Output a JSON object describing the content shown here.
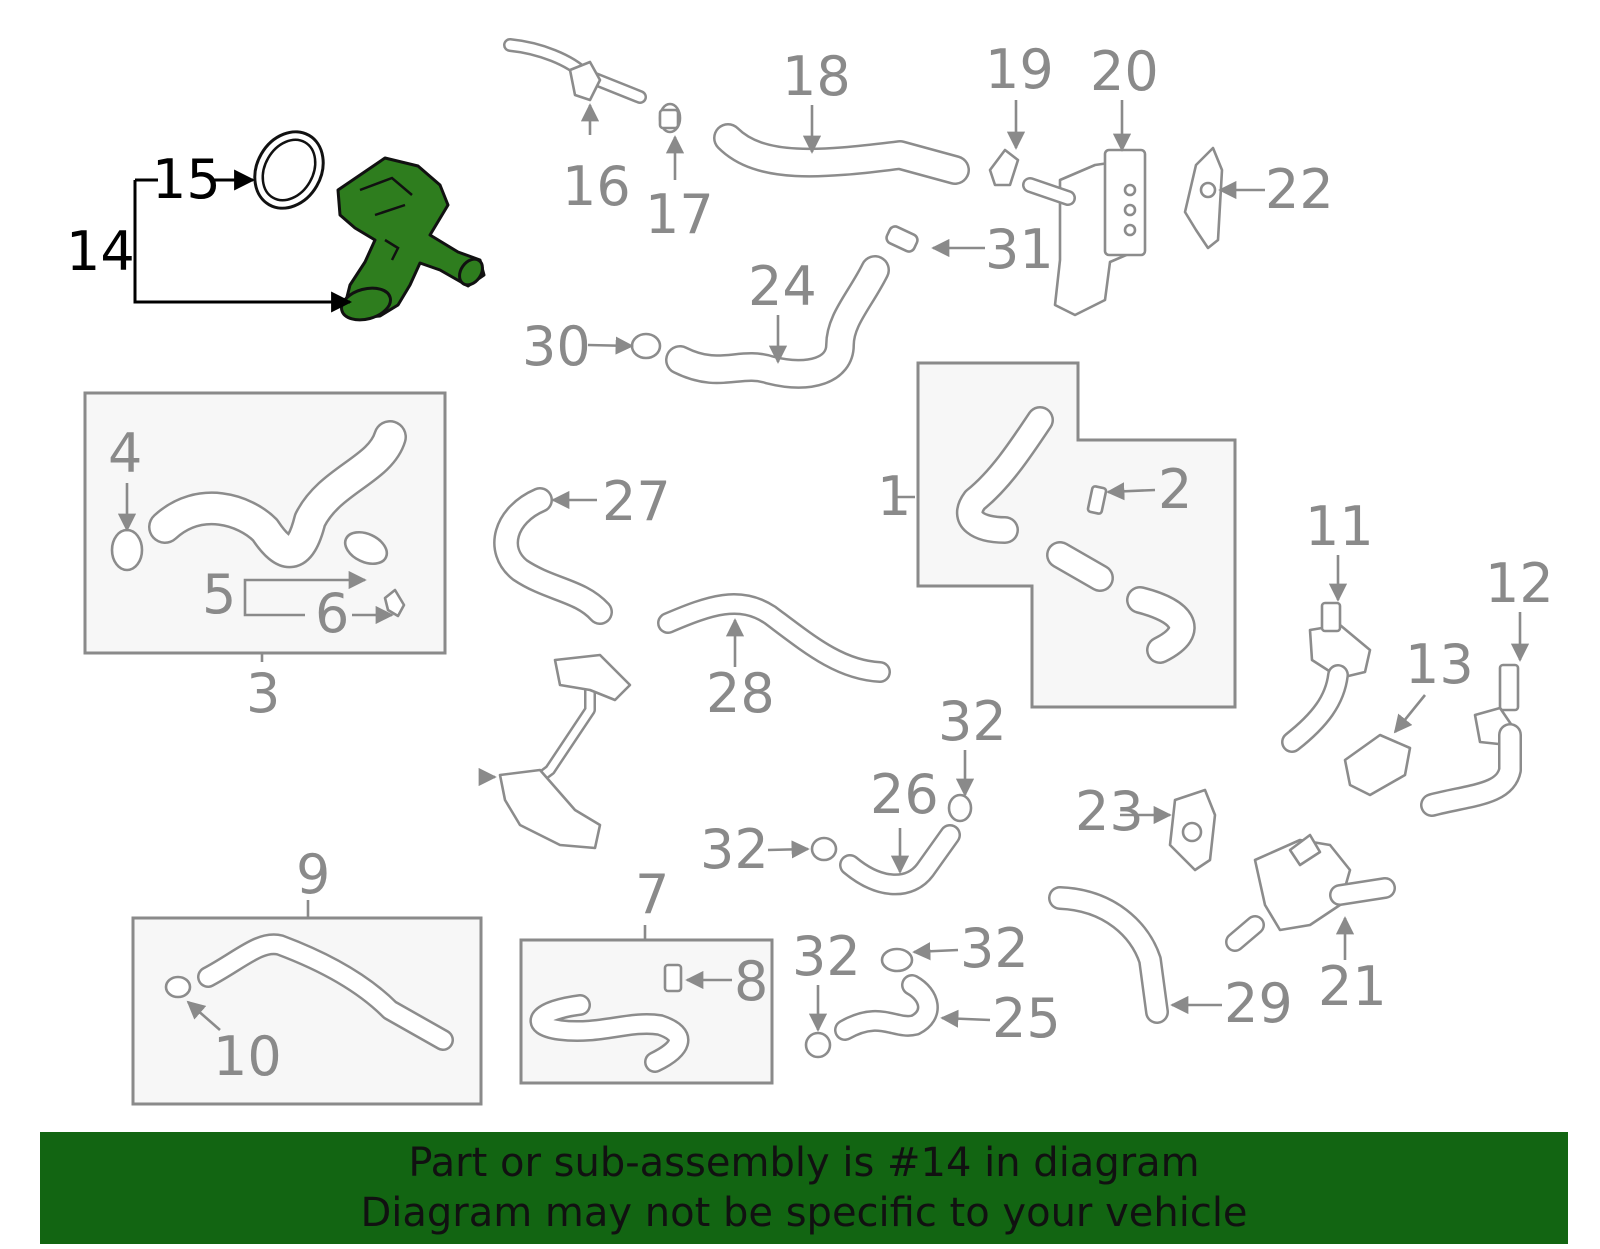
{
  "diagram": {
    "highlight_color": "#2e7d1e",
    "labels": {
      "n1": "1",
      "n2": "2",
      "n3": "3",
      "n4": "4",
      "n5": "5",
      "n6": "6",
      "n7": "7",
      "n8": "8",
      "n9": "9",
      "n10": "10",
      "n11": "11",
      "n12": "12",
      "n13": "13",
      "n14": "14",
      "n15": "15",
      "n16": "16",
      "n17": "17",
      "n18": "18",
      "n19": "19",
      "n20": "20",
      "n21": "21",
      "n22": "22",
      "n23": "23",
      "n24": "24",
      "n25": "25",
      "n26": "26",
      "n27": "27",
      "n28": "28",
      "n29": "29",
      "n30": "30",
      "n31": "31",
      "n32": "32"
    }
  },
  "banner": {
    "line1": "Part or sub-assembly is #14 in diagram",
    "line2": "Diagram may not be specific to your vehicle",
    "background": "#126512"
  }
}
